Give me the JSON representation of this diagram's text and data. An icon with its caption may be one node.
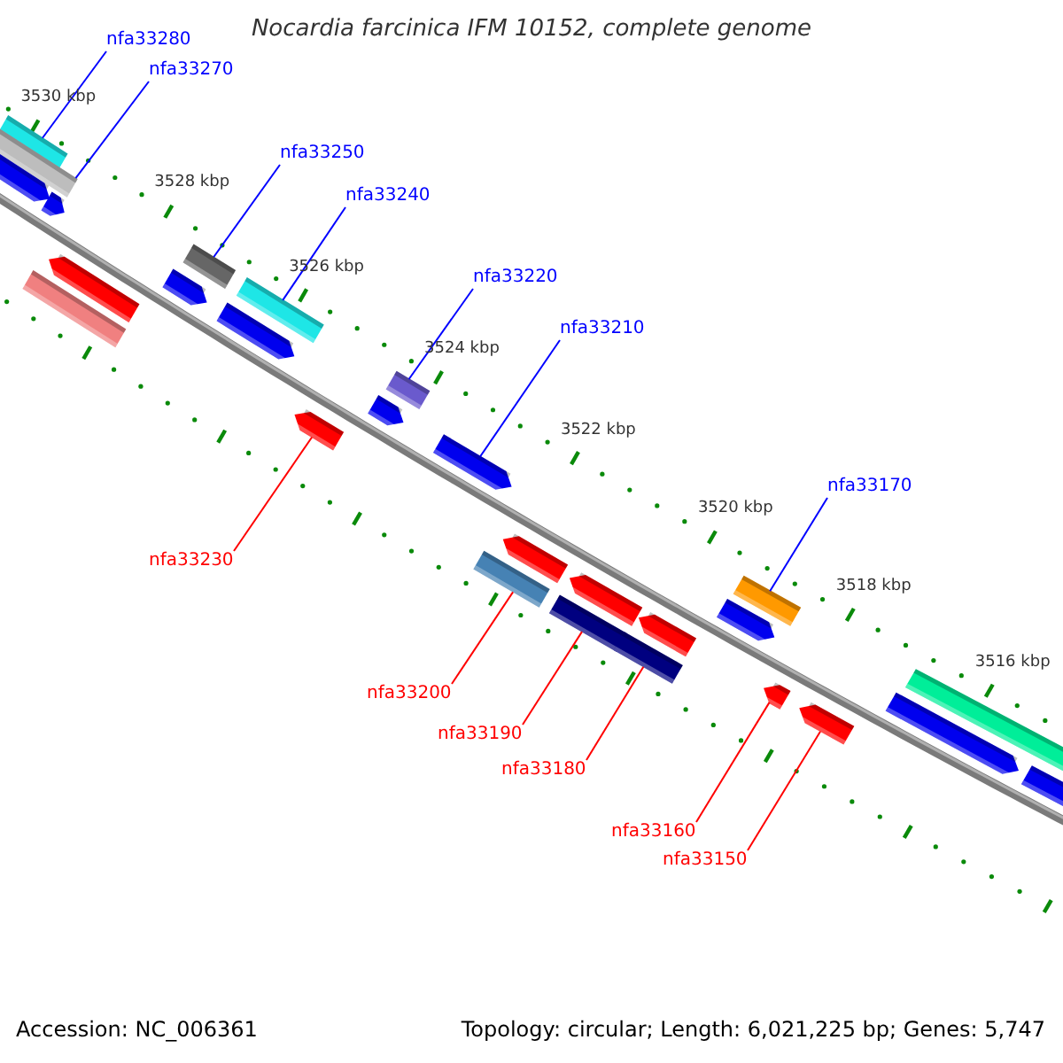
{
  "diagram": {
    "title": "Nocardia farcinica IFM 10152, complete genome",
    "nodes": [
      {
        "text": [
          "nfa33280"
        ]
      },
      {
        "text": [
          "nfa33270"
        ]
      },
      {
        "text": [
          "nfa33250"
        ]
      },
      {
        "text": [
          "nfa33240"
        ]
      },
      {
        "text": [
          "nfa33220"
        ]
      },
      {
        "text": [
          "nfa33210"
        ]
      },
      {
        "text": [
          "nfa33170"
        ]
      },
      {
        "text": [
          "nfa33230"
        ]
      },
      {
        "text": [
          "nfa33200"
        ]
      },
      {
        "text": [
          "nfa33190"
        ]
      },
      {
        "text": [
          "nfa33180"
        ]
      },
      {
        "text": [
          "nfa33160"
        ]
      },
      {
        "text": [
          "nfa33150"
        ]
      },
      {
        "text": [],
        "shape": "bar"
      },
      {
        "text": [],
        "shape": "bar"
      },
      {
        "text": [],
        "shape": "bar"
      },
      {
        "text": [],
        "shape": "bar"
      },
      {
        "text": [],
        "shape": "bar"
      },
      {
        "text": [],
        "shape": "bar"
      },
      {
        "text": [],
        "shape": "bar"
      },
      {
        "text": [],
        "shape": "bar"
      },
      {
        "text": [],
        "shape": "bar"
      },
      {
        "text": [],
        "shape": "bar"
      },
      {
        "text": [],
        "shape": "bar"
      },
      {
        "text": [],
        "shape": "bar"
      },
      {
        "text": [],
        "shape": "bar"
      }
    ],
    "edges": [
      {
        "from": 0,
        "to": 13,
        "arrow": "none"
      },
      {
        "from": 1,
        "to": 14,
        "arrow": "none"
      },
      {
        "from": 2,
        "to": 15,
        "arrow": "none"
      },
      {
        "from": 3,
        "to": 16,
        "arrow": "none"
      },
      {
        "from": 4,
        "to": 18,
        "arrow": "none"
      },
      {
        "from": 5,
        "to": 19,
        "arrow": "none"
      },
      {
        "from": 6,
        "to": 23,
        "arrow": "none"
      },
      {
        "from": 7,
        "to": 17,
        "arrow": "none",
        "color": "#ff0000"
      },
      {
        "from": 8,
        "to": 20,
        "arrow": "none",
        "color": "#ff0000"
      },
      {
        "from": 9,
        "to": 21,
        "arrow": "none",
        "color": "#ff0000"
      },
      {
        "from": 10,
        "to": 22,
        "arrow": "none",
        "color": "#ff0000"
      },
      {
        "from": 11,
        "to": 24,
        "arrow": "none",
        "color": "#ff0000"
      },
      {
        "from": 12,
        "to": 25,
        "arrow": "none",
        "color": "#ff0000"
      }
    ],
    "labels": [
      "3530 kbp",
      "3528 kbp",
      "3526 kbp",
      "3524 kbp",
      "3522 kbp",
      "3520 kbp",
      "3518 kbp",
      "3516 kbp",
      "Accession: NC_006361",
      "Topology: circular; Length: 6,021,225 bp; Genes: 5,747"
    ]
  }
}
